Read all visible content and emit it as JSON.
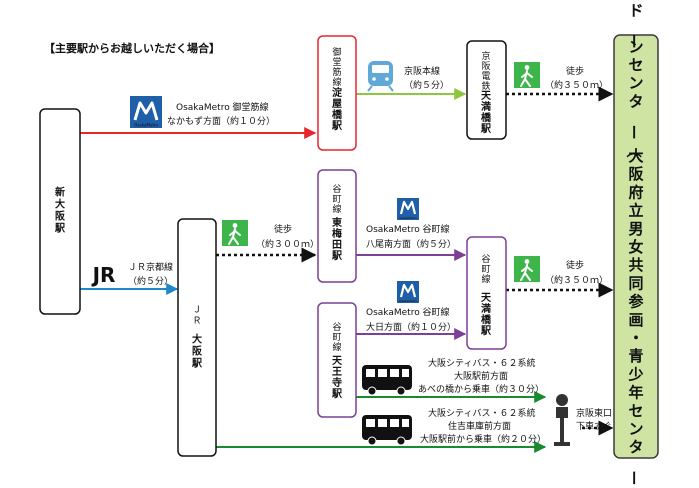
{
  "heading": "【主要駅からお越しいただく場合】",
  "colors": {
    "midosuji": "#e8262d",
    "keihan": "#8dc63f",
    "tanimachi": "#7d3f98",
    "jr": "#1e88c8",
    "city_bus": "#1a8a2e",
    "walk_sign": "#3db54a",
    "destination_fill": "#cfe3a3",
    "destination_border": "#3a3a3a"
  },
  "stations": {
    "shin_osaka": "新大阪駅",
    "yodoyabashi": {
      "line": "御堂筋線",
      "name": "淀屋橋駅"
    },
    "temmabashi_keihan": {
      "line": "京阪電鉄",
      "name": "天満橋駅"
    },
    "jr_osaka": {
      "line": "ＪＲ",
      "name": "大阪駅"
    },
    "higashi_umeda": {
      "line": "谷町線",
      "name": "東梅田駅"
    },
    "temmabashi_tanimachi": {
      "line": "谷町線",
      "name": "天満橋駅"
    },
    "tennoji": {
      "line": "谷町線",
      "name": "天王寺駅"
    }
  },
  "destination": "ドーンセンター（大阪府立男女共同参画・青少年センター）",
  "logos": {
    "metro": "OsakaMetro",
    "jr": "JR"
  },
  "routes": {
    "midosuji": {
      "line1": "OsakaMetro 御堂筋線",
      "line2": "なかもず方面（約１０分）"
    },
    "keihan": {
      "line1": "京阪本線",
      "line2": "（約５分）"
    },
    "walk_top": {
      "line1": "徒歩",
      "line2": "（約３５０ｍ）"
    },
    "jr_kyoto": {
      "line1": "ＪＲ京都線",
      "line2": "（約５分）"
    },
    "walk_umeda": {
      "line1": "徒歩",
      "line2": "（約３００ｍ）"
    },
    "tanimachi_north": {
      "line1": "OsakaMetro 谷町線",
      "line2": "八尾南方面（約５分）"
    },
    "walk_mid": {
      "line1": "徒歩",
      "line2": "（約３５０ｍ）"
    },
    "tanimachi_south": {
      "line1": "OsakaMetro 谷町線",
      "line2": "大日方面（約１０分）"
    },
    "bus_abeno": {
      "line1": "大阪シティバス・６２系統",
      "line2": "大阪駅前方面",
      "line3": "あべの橋から乗車（約３０分）"
    },
    "bus_osaka": {
      "line1": "大阪シティバス・６２系統",
      "line2": "住吉車庫前方面",
      "line3": "大阪駅前から乗車（約２０分）"
    }
  },
  "bus_stop": {
    "line1": "京阪東口",
    "line2": "下車すぐ"
  },
  "icons": [
    "osaka-metro-logo",
    "train-icon",
    "walk-sign-icon",
    "jr-logo",
    "bus-icon",
    "bus-stop-icon"
  ]
}
